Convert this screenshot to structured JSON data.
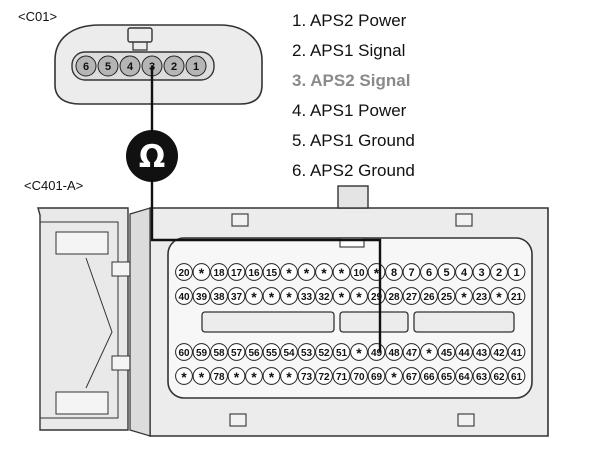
{
  "connectors": {
    "c01": {
      "label": "<C01>",
      "pins": [
        "6",
        "5",
        "4",
        "3",
        "2",
        "1"
      ],
      "probe_pin": "3"
    },
    "c401a": {
      "label": "<C401-A>",
      "rows": [
        [
          "20",
          "*",
          "18",
          "17",
          "16",
          "15",
          "*",
          "*",
          "*",
          "*",
          "10",
          "*",
          "8",
          "7",
          "6",
          "5",
          "4",
          "3",
          "2",
          "1"
        ],
        [
          "40",
          "39",
          "38",
          "37",
          "*",
          "*",
          "*",
          "33",
          "32",
          "*",
          "*",
          "29",
          "28",
          "27",
          "26",
          "25",
          "*",
          "23",
          "*",
          "21"
        ],
        [
          "60",
          "59",
          "58",
          "57",
          "56",
          "55",
          "54",
          "53",
          "52",
          "51",
          "*",
          "49",
          "48",
          "47",
          "*",
          "45",
          "44",
          "43",
          "42",
          "41"
        ],
        [
          "*",
          "*",
          "78",
          "*",
          "*",
          "*",
          "*",
          "73",
          "72",
          "71",
          "70",
          "69",
          "*",
          "67",
          "66",
          "65",
          "64",
          "63",
          "62",
          "61"
        ]
      ],
      "probe_pin": "49"
    }
  },
  "meter": {
    "symbol": "Ω"
  },
  "legend": [
    {
      "text": "1. APS2 Power",
      "highlight": false
    },
    {
      "text": "2. APS1 Signal",
      "highlight": false
    },
    {
      "text": "3. APS2 Signal",
      "highlight": true
    },
    {
      "text": "4. APS1 Power",
      "highlight": false
    },
    {
      "text": "5. APS1 Ground",
      "highlight": false
    },
    {
      "text": "6. APS2 Ground",
      "highlight": false
    }
  ],
  "colors": {
    "line": "#111111",
    "housing_fill": "#e9e9e9",
    "pin_fill": "#b5b5b5",
    "highlight_text": "#8a8a8a"
  }
}
